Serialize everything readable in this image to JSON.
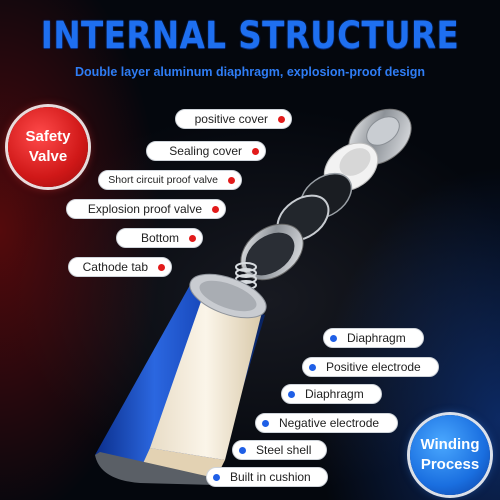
{
  "header": {
    "title": "INTERNAL STRUCTURE",
    "subtitle": "Double layer aluminum diaphragm, explosion-proof design"
  },
  "badges": {
    "safety_valve": [
      "Safety",
      "Valve"
    ],
    "winding_process": [
      "Winding",
      "Process"
    ]
  },
  "top_labels": [
    "positive cover",
    "Sealing cover",
    "Short circuit proof valve",
    "Explosion proof valve",
    "Bottom",
    "Cathode tab"
  ],
  "bottom_labels": [
    "Diaphragm",
    "Positive electrode",
    "Diaphragm",
    "Negative electrode",
    "Steel shell",
    "Built in cushion"
  ],
  "colors": {
    "title_blue": "#1e6ff0",
    "top_dot": "#e21a1a",
    "bottom_dot": "#1f5fe6",
    "badge_red": "#d01818",
    "badge_blue": "#1a6fe0"
  }
}
